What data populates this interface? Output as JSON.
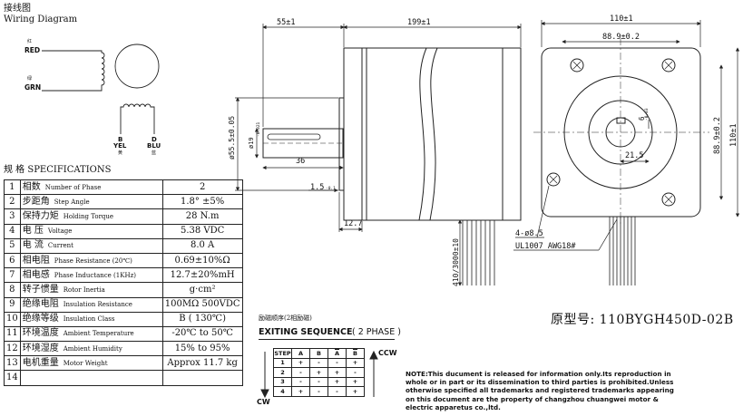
{
  "wiring": {
    "title_cn": "接线图",
    "title_en": "Wiring Diagram",
    "red_cn": "红",
    "red": "RED",
    "grn_cn": "绿",
    "grn": "GRN",
    "b_label": "B",
    "b_color": "YEL",
    "b_cn": "黄",
    "d_label": "D",
    "d_color": "BLU",
    "d_cn": "蓝"
  },
  "specs": {
    "heading": "规 格 SPECIFICATIONS",
    "rows": [
      {
        "no": "1",
        "cn": "相数",
        "en": "Number of Phase",
        "value": "2"
      },
      {
        "no": "2",
        "cn": "步距角",
        "en": "Step Angle",
        "value": "1.8° ±5%"
      },
      {
        "no": "3",
        "cn": "保持力矩",
        "en": "Holding Torque",
        "value": "28 N.m"
      },
      {
        "no": "4",
        "cn": "电 压",
        "en": "Voltage",
        "value": "5.38 VDC"
      },
      {
        "no": "5",
        "cn": "电 流",
        "en": "Current",
        "value": "8.0 A"
      },
      {
        "no": "6",
        "cn": "相电阻",
        "en": "Phase Resistance (20℃)",
        "value": "0.69±10%Ω"
      },
      {
        "no": "7",
        "cn": "相电感",
        "en": "Phase Inductance (1KHz)",
        "value": "12.7±20%mH"
      },
      {
        "no": "8",
        "cn": "转子惯量",
        "en": "Rotor Inertia",
        "value": "g·cm²"
      },
      {
        "no": "9",
        "cn": "绝缘电阻",
        "en": "Insulation Resistance",
        "value": "100MΩ 500VDC"
      },
      {
        "no": "10",
        "cn": "绝缘等级",
        "en": "Insulation Class",
        "value": "B ( 130℃)"
      },
      {
        "no": "11",
        "cn": "环境温度",
        "en": "Ambient Temperature",
        "value": "-20℃ to 50℃"
      },
      {
        "no": "12",
        "cn": "环境湿度",
        "en": "Ambient Humidity",
        "value": "15% to 95%"
      },
      {
        "no": "13",
        "cn": "电机重量",
        "en": "Motor Weight",
        "value": "Approx 11.7 kg"
      },
      {
        "no": "14",
        "cn": "",
        "en": "",
        "value": ""
      }
    ]
  },
  "sequence": {
    "title_cn": "励磁顺序(2相励磁)",
    "title_en": "EXITING SEQUENCE",
    "phase": "( 2 PHASE )",
    "headers": [
      "STEP",
      "A",
      "B",
      "A",
      "B"
    ],
    "rows": [
      [
        "1",
        "+",
        "-",
        "-",
        "+"
      ],
      [
        "2",
        "-",
        "+",
        "+",
        "-"
      ],
      [
        "3",
        "-",
        "-",
        "+",
        "+"
      ],
      [
        "4",
        "+",
        "-",
        "-",
        "+"
      ]
    ],
    "ccw": "CCW",
    "cw": "CW"
  },
  "model": "原型号: 110BYGH450D-02B",
  "note": [
    "NOTE:This ducument is released for information only.Its reproduction in",
    "whole or in part or its dissemination to third parties is prohibited.Unless",
    "otherwise specified all trademarks and registered trademarks appearing",
    "on this document are the property of changzhou chuangwei motor &",
    "electric apparetus co.,ltd."
  ],
  "dims": {
    "front_len": "55±1",
    "body_len": "199±1",
    "flange_dia": "ø55.5±0.05",
    "shaft_dia": "ø19",
    "shaft_tol": "-0.021",
    "shaft_len": "36",
    "flange_thk": "1.5",
    "flange_thk_tol": "-0.1",
    "boss": "12.7",
    "lead_len": "410/3000±10",
    "frame_w": "110±1",
    "hole_pitch": "88.9±0.2",
    "hole_pitch_v": "88.9±0.2",
    "frame_h": "110±1",
    "key_w": "6",
    "key_tol": "-0.03",
    "key_depth": "21.5",
    "holes": "4-ø8.5",
    "wire": "UL1007 AWG18#"
  }
}
